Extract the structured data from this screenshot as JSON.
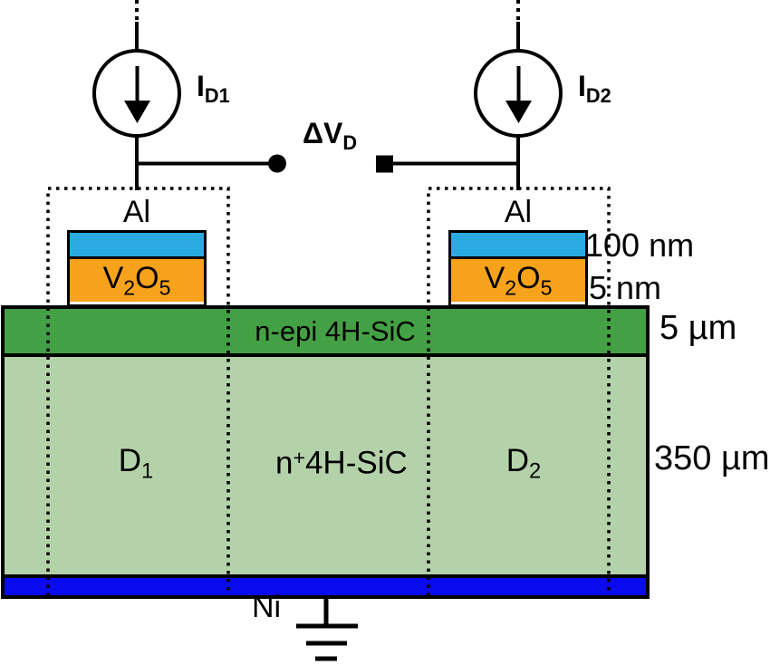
{
  "figure": {
    "description": "Cross-section schematic of two V2O5/4H-SiC diodes with current sources and differential voltage measurement",
    "colors": {
      "al_contact_blue": "#29ABE2",
      "v2o5_orange": "#F7A21B",
      "epi_green": "#44A044",
      "substrate_green": "#B4D2AA",
      "ni_blue": "#0A0AEE",
      "wire_black": "#000000",
      "background": "#FFFFFF"
    },
    "sources": {
      "s1": {
        "main": "I",
        "sub": "D1"
      },
      "s2": {
        "main": "I",
        "sub": "D2"
      }
    },
    "delta_v": {
      "main": "ΔV",
      "sub": "D"
    },
    "contacts": {
      "al_left": "Al",
      "al_right": "Al",
      "v2o5": {
        "p1": "V",
        "s1": "2",
        "p2": "O",
        "s2": "5"
      },
      "al_thickness": "100 nm",
      "v2o5_thickness": "5 nm"
    },
    "layers": {
      "epi": {
        "label": "n-epi 4H-SiC",
        "thickness": "5 µm"
      },
      "substrate": {
        "pre": "n",
        "sup": "+",
        "post": "4H-SiC",
        "thickness": "350 µm"
      },
      "back_metal": "Ni"
    },
    "diodes": {
      "d1": {
        "main": "D",
        "sub": "1"
      },
      "d2": {
        "main": "D",
        "sub": "2"
      }
    }
  }
}
